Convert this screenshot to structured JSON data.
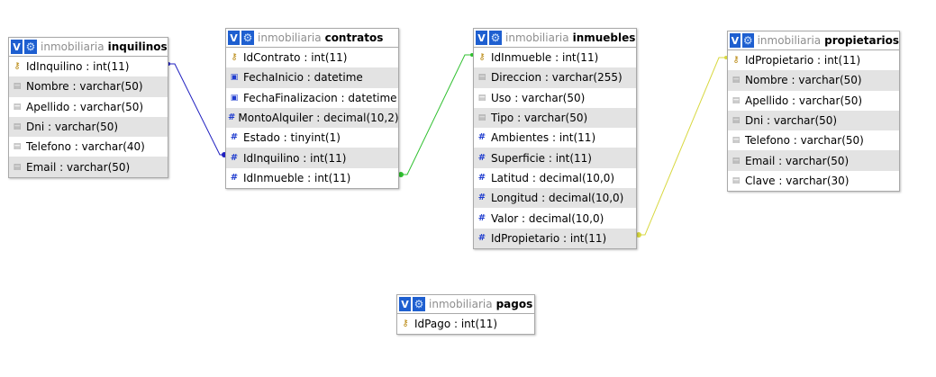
{
  "colors": {
    "inquilinos_link": "#2020c0",
    "contratos_link": "#30c030",
    "propietarios_link": "#d8d840"
  },
  "tables": {
    "inquilinos": {
      "db": "inmobiliaria",
      "name": "inquilinos",
      "cols": [
        {
          "text": "IdInquilino : int(11)",
          "icon": "key-icon"
        },
        {
          "text": "Nombre : varchar(50)",
          "icon": "column-icon"
        },
        {
          "text": "Apellido : varchar(50)",
          "icon": "column-icon"
        },
        {
          "text": "Dni : varchar(50)",
          "icon": "column-icon"
        },
        {
          "text": "Telefono : varchar(40)",
          "icon": "column-icon"
        },
        {
          "text": "Email : varchar(50)",
          "icon": "column-icon"
        }
      ]
    },
    "contratos": {
      "db": "inmobiliaria",
      "name": "contratos",
      "cols": [
        {
          "text": "IdContrato : int(11)",
          "icon": "key-icon"
        },
        {
          "text": "FechaInicio : datetime",
          "icon": "date-icon"
        },
        {
          "text": "FechaFinalizacion : datetime",
          "icon": "date-icon"
        },
        {
          "text": "MontoAlquiler : decimal(10,2)",
          "icon": "number-icon"
        },
        {
          "text": "Estado : tinyint(1)",
          "icon": "number-icon"
        },
        {
          "text": "IdInquilino : int(11)",
          "icon": "number-icon"
        },
        {
          "text": "IdInmueble : int(11)",
          "icon": "number-icon"
        }
      ]
    },
    "inmuebles": {
      "db": "inmobiliaria",
      "name": "inmuebles",
      "cols": [
        {
          "text": "IdInmueble : int(11)",
          "icon": "key-icon"
        },
        {
          "text": "Direccion : varchar(255)",
          "icon": "column-icon"
        },
        {
          "text": "Uso : varchar(50)",
          "icon": "column-icon"
        },
        {
          "text": "Tipo : varchar(50)",
          "icon": "column-icon"
        },
        {
          "text": "Ambientes : int(11)",
          "icon": "number-icon"
        },
        {
          "text": "Superficie : int(11)",
          "icon": "number-icon"
        },
        {
          "text": "Latitud : decimal(10,0)",
          "icon": "number-icon"
        },
        {
          "text": "Longitud : decimal(10,0)",
          "icon": "number-icon"
        },
        {
          "text": "Valor : decimal(10,0)",
          "icon": "number-icon"
        },
        {
          "text": "IdPropietario : int(11)",
          "icon": "number-icon"
        }
      ]
    },
    "propietarios": {
      "db": "inmobiliaria",
      "name": "propietarios",
      "cols": [
        {
          "text": "IdPropietario : int(11)",
          "icon": "key-icon"
        },
        {
          "text": "Nombre : varchar(50)",
          "icon": "column-icon"
        },
        {
          "text": "Apellido : varchar(50)",
          "icon": "column-icon"
        },
        {
          "text": "Dni : varchar(50)",
          "icon": "column-icon"
        },
        {
          "text": "Telefono : varchar(50)",
          "icon": "column-icon"
        },
        {
          "text": "Email : varchar(50)",
          "icon": "column-icon"
        },
        {
          "text": "Clave : varchar(30)",
          "icon": "column-icon"
        }
      ]
    },
    "pagos": {
      "db": "inmobiliaria",
      "name": "pagos",
      "cols": [
        {
          "text": "IdPago : int(11)",
          "icon": "key-icon"
        }
      ]
    }
  },
  "header_icons": {
    "toggle": "V",
    "settings": "gear-icon"
  }
}
